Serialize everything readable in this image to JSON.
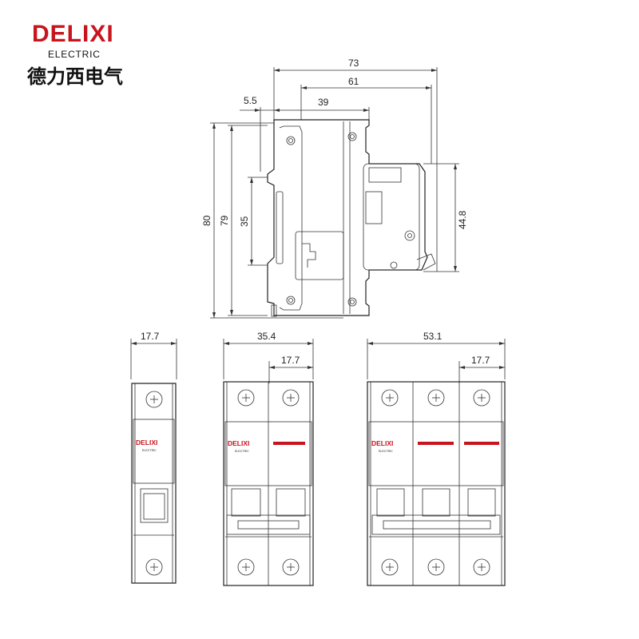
{
  "brand": {
    "name": "DELIXI",
    "sub": "ELECTRIC",
    "chinese": "德力西电气",
    "color": "#c8151d"
  },
  "side_view": {
    "dim_73": "73",
    "dim_61": "61",
    "dim_5_5": "5.5",
    "dim_39": "39",
    "dim_80": "80",
    "dim_79": "79",
    "dim_35": "35",
    "dim_44_8": "44.8"
  },
  "front_views": [
    {
      "width_label": "17.7",
      "poles": 1
    },
    {
      "width_label": "35.4",
      "pole_label": "17.7",
      "poles": 2
    },
    {
      "width_label": "53.1",
      "pole_label": "17.7",
      "poles": 3
    }
  ],
  "label": {
    "brand": "DELIXI",
    "sub": "ELECTRIC"
  }
}
